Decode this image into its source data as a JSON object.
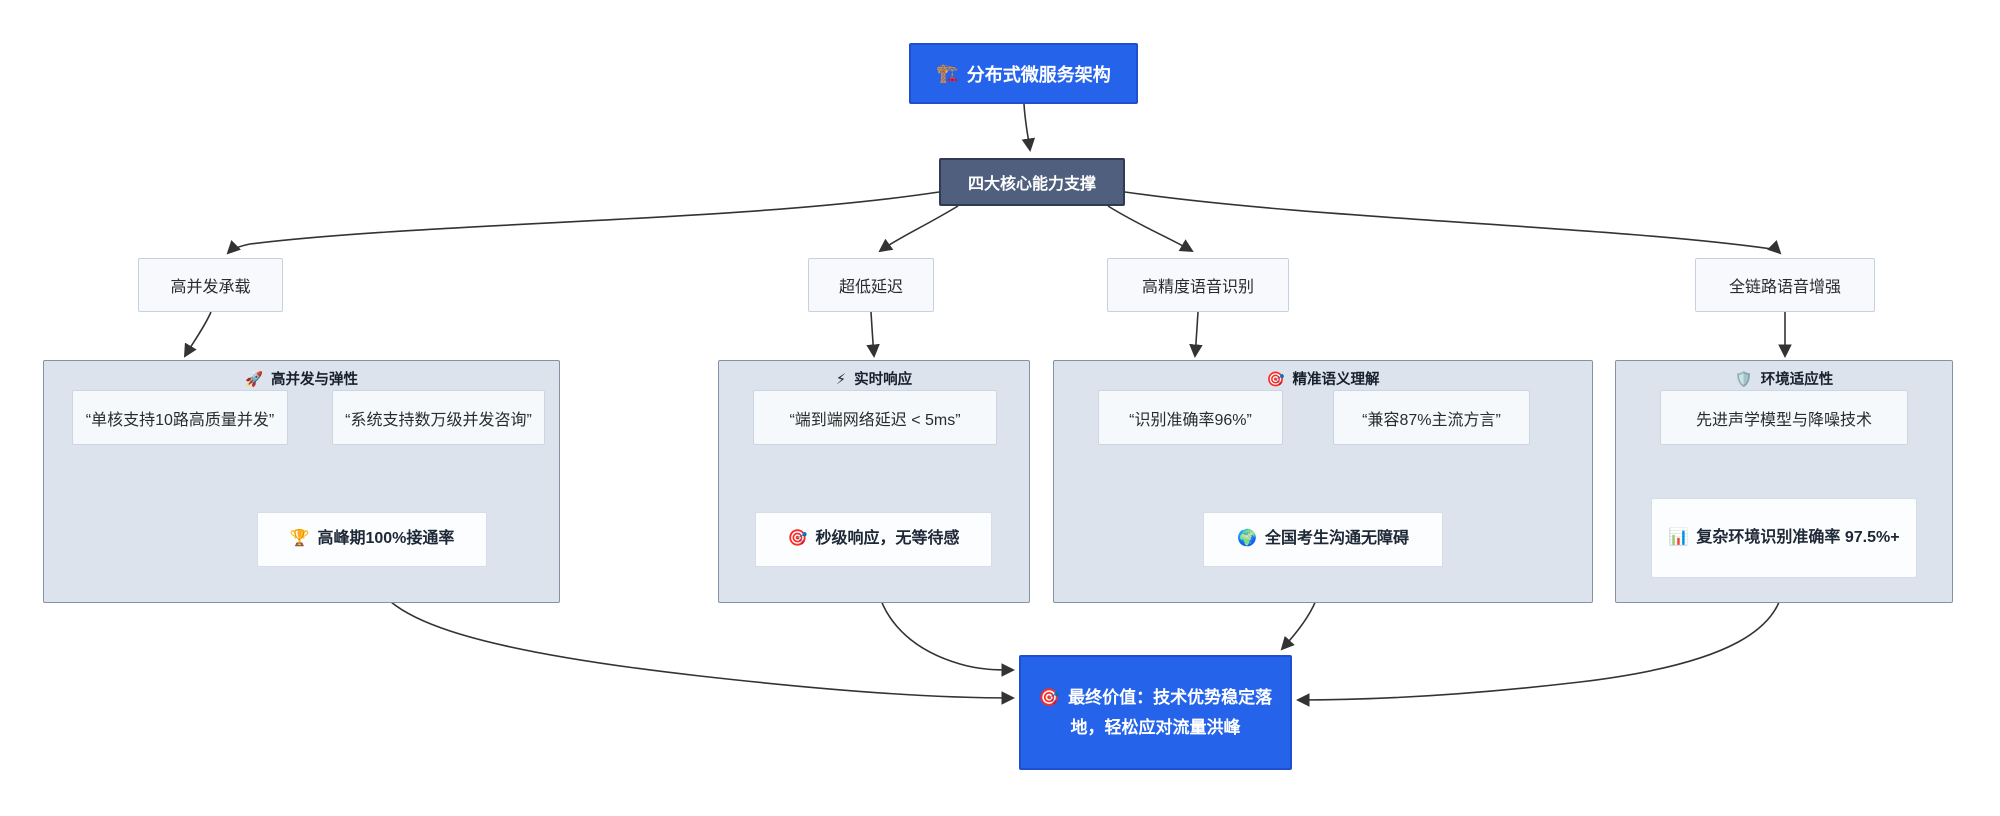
{
  "diagram": {
    "root": {
      "icon": "🏗️",
      "label": "分布式微服务架构"
    },
    "hub": {
      "label": "四大核心能力支撑"
    },
    "branches": [
      {
        "label": "高并发承载"
      },
      {
        "label": "超低延迟"
      },
      {
        "label": "高精度语音识别"
      },
      {
        "label": "全链路语音增强"
      }
    ],
    "groups": [
      {
        "icon": "🚀",
        "title": "高并发与弹性",
        "items": [
          "“单核支持10路高质量并发”",
          "“系统支持数万级并发咨询”"
        ],
        "result": {
          "icon": "🏆",
          "label": "高峰期100%接通率"
        }
      },
      {
        "icon": "⚡",
        "title": "实时响应",
        "items": [
          "“端到端网络延迟 < 5ms”"
        ],
        "result": {
          "icon": "🎯",
          "label": "秒级响应，无等待感"
        }
      },
      {
        "icon": "🎯",
        "title": "精准语义理解",
        "items": [
          "“识别准确率96%”",
          "“兼容87%主流方言”"
        ],
        "result": {
          "icon": "🌍",
          "label": "全国考生沟通无障碍"
        }
      },
      {
        "icon": "🛡️",
        "title": "环境适应性",
        "items": [
          "先进声学模型与降噪技术"
        ],
        "result": {
          "icon": "📊",
          "label": "复杂环境识别准确率 97.5%+"
        }
      }
    ],
    "final": {
      "icon": "🎯",
      "label": "最终价值：技术优势稳定落地，轻松应对流量洪峰"
    },
    "colors": {
      "accent_fill": "#2563eb",
      "accent_border": "#1e4fd0",
      "hub_fill": "#4f5f7d",
      "container_fill": "#dde3ec",
      "container_border": "#8492a6",
      "node_fill": "#f6f9fb",
      "edge_stroke": "#333333"
    }
  }
}
